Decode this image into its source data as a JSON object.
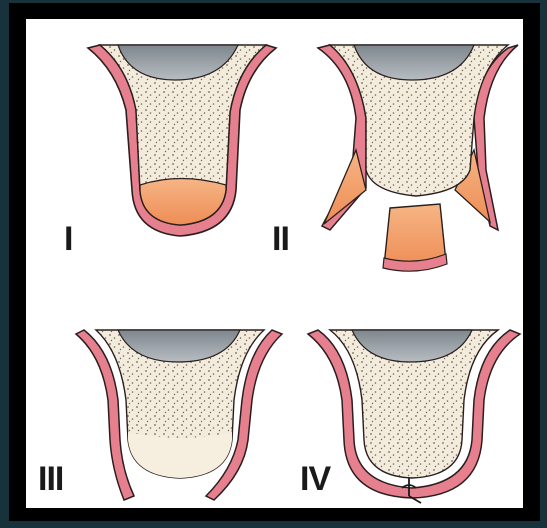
{
  "figure": {
    "panels": [
      {
        "id": "panel-1",
        "label": "I"
      },
      {
        "id": "panel-2",
        "label": "II"
      },
      {
        "id": "panel-3",
        "label": "III"
      },
      {
        "id": "panel-4",
        "label": "IV"
      }
    ],
    "colors": {
      "outer_frame": "#000000",
      "background": "#17323a",
      "bone": "#f3ecdc",
      "bone_dots": "#6e6858",
      "soft_tissue": "#e7808e",
      "soft_tissue_dark": "#9e3e4b",
      "cortex_fill": "#f6c6c7",
      "crown": "#9ea5ab",
      "orange_graft": "#f3a36f",
      "outline": "#2a1e1e"
    }
  }
}
